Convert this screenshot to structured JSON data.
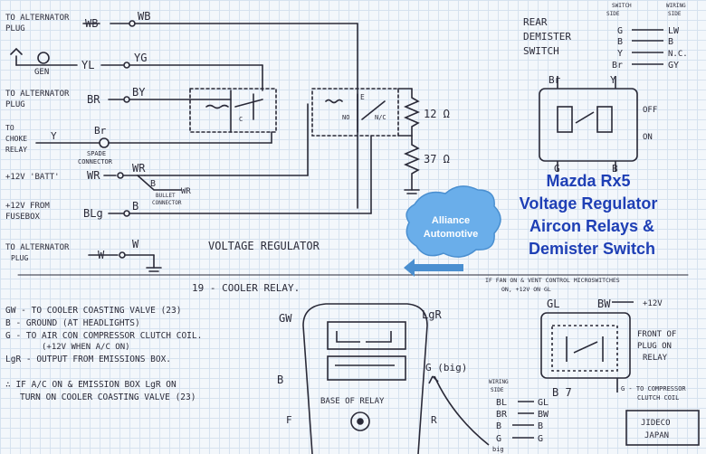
{
  "title": {
    "line1": "Mazda Rx5",
    "line2": "Voltage Regulator",
    "line3": "Aircon Relays &",
    "line4": "Demister Switch"
  },
  "logo": {
    "line1": "Alliance",
    "line2": "Automotive",
    "color": "#5aa7e6"
  },
  "colors": {
    "ink": "#2a2a38",
    "title_blue": "#1e3fb5",
    "grid": "#d6e2ef"
  },
  "regulator": {
    "w1_label": "TO ALTERNATOR",
    "w1_sub": "PLUG",
    "w1_wire": "WB",
    "w1_term": "WB",
    "gen_label": "GEN",
    "w2_wire": "YL",
    "w2_term": "YG",
    "w3_label": "TO ALTERNATOR",
    "w3_sub": "PLUG",
    "w3_wire": "BR",
    "w3_term": "BY",
    "choke_label": "TO",
    "choke_sub1": "CHOKE",
    "choke_sub2": "RELAY",
    "choke_wire": "Y",
    "choke_term": "Br",
    "spade_label1": "SPADE",
    "spade_label2": "CONNECTOR",
    "batt_label": "+12V 'BATT'",
    "batt_wire": "WR",
    "batt_term": "WR",
    "bullet_b": "B",
    "bullet_wr": "WR",
    "bullet_label1": "BULLET",
    "bullet_label2": "CONNECTOR",
    "fuse_label": "+12V FROM",
    "fuse_sub": "FUSEBOX",
    "fuse_wire": "BLg",
    "fuse_term": "B",
    "w7_label": "TO ALTERNATOR",
    "w7_sub": "PLUG",
    "w7_wire": "W",
    "w7_term": "W",
    "relay_e": "E",
    "relay_no": "NO",
    "relay_nc": "N/C",
    "relay_c": "C",
    "res1": "12 Ω",
    "res2": "37 Ω",
    "caption": "VOLTAGE REGULATOR"
  },
  "demister": {
    "label1": "REAR",
    "label2": "DEMISTER",
    "label3": "SWITCH",
    "col_switch": "SWITCH",
    "col_switch2": "SIDE",
    "col_wiring": "WIRING",
    "col_wiring2": "SIDE",
    "rows": [
      {
        "switch": "G",
        "wiring": "LW"
      },
      {
        "switch": "B",
        "wiring": "B"
      },
      {
        "switch": "Y",
        "wiring": "N.C."
      },
      {
        "switch": "Br",
        "wiring": "GY"
      }
    ],
    "top_left": "Br",
    "top_right": "Y",
    "off": "OFF",
    "on": "ON",
    "bottom_left": "G",
    "bottom_right": "B"
  },
  "cooler": {
    "title": "19 - COOLER RELAY.",
    "notes": [
      "GW - TO COOLER COASTING VALVE (23)",
      "B - GROUND (AT HEADLIGHTS)",
      "G - TO AIR CON COMPRESSOR CLUTCH COIL.",
      "(+12V WHEN A/C ON)",
      "LgR - OUTPUT FROM EMISSIONS BOX.",
      "∴ IF A/C ON & EMISSION BOX LgR ON",
      "TURN ON COOLER COASTING VALVE (23)"
    ],
    "gw": "GW",
    "lgr": "LgR",
    "b": "B",
    "f": "F",
    "r": "R",
    "g_big": "G (big)",
    "base_label": "BASE OF RELAY",
    "wiring_side": "WIRING",
    "wiring_side2": "SIDE",
    "pins": [
      {
        "from": "BL",
        "to": "GL"
      },
      {
        "from": "BR",
        "to": "BW"
      },
      {
        "from": "B",
        "to": "B"
      },
      {
        "from": "G",
        "to": "G"
      }
    ],
    "g_small": "big",
    "fan_note1": "IF FAN ON & VENT CONTROL MICROSWITCHES",
    "fan_note2": "ON, +12V ON GL",
    "front_gl": "GL",
    "front_bw": "BW",
    "front_12v": "+12V",
    "front_label1": "FRONT OF",
    "front_label2": "PLUG ON",
    "front_label3": "RELAY",
    "b7": "B 7",
    "g_note1": "G - TO COMPRESSOR",
    "g_note2": "CLUTCH COIL",
    "maker1": "JIDECO",
    "maker2": "JAPAN"
  }
}
